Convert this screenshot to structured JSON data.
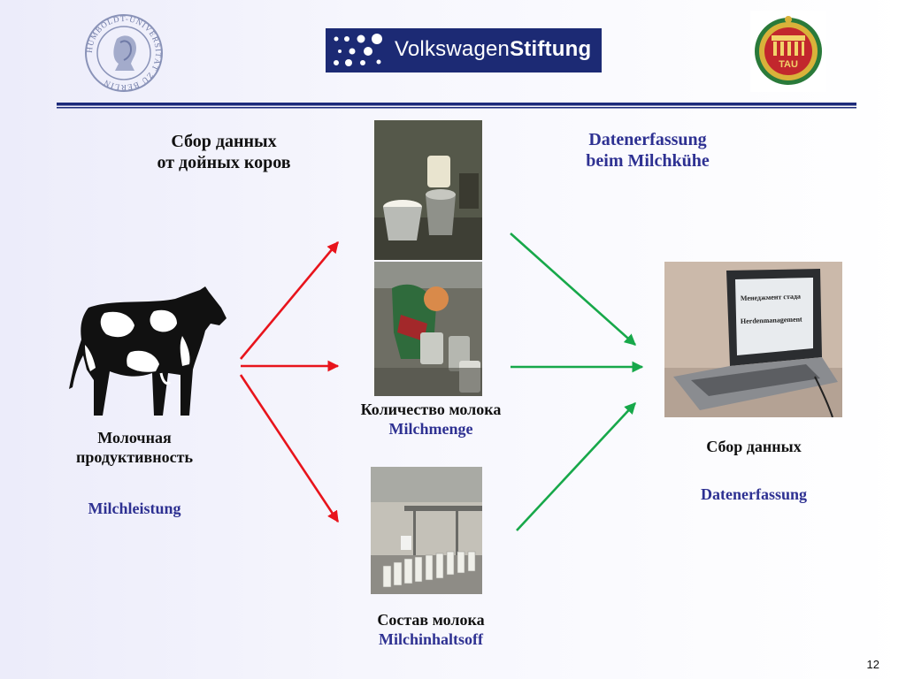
{
  "header": {
    "vw_logo_light": "Volkswagen",
    "vw_logo_bold": "Stiftung",
    "hu_logo_text": "HUMBOLDT-UNIVERSITÄT ZU BERLIN",
    "tau_logo_text": "TAU"
  },
  "left_top": {
    "line1": "Сбор данных",
    "line2": "от дойных коров"
  },
  "right_top": {
    "line1": "Datenerfassung",
    "line2": "beim Milchkühe"
  },
  "cow_block": {
    "ru_line1": "Молочная",
    "ru_line2": "продуктивность",
    "de": "Milchleistung"
  },
  "milk_amount": {
    "ru": "Количество молока",
    "de": "Milchmenge"
  },
  "milk_composition": {
    "ru": "Состав молока",
    "de": "Milchinhaltsoff"
  },
  "data_collection": {
    "ru": "Сбор данных",
    "de": "Datenerfassung"
  },
  "laptop_screen": {
    "line1": "Менеджмент стада",
    "line2": "Herdenmanagement"
  },
  "page_number": "12",
  "colors": {
    "red_arrow": "#e8141c",
    "green_arrow": "#17a84a",
    "german_text": "#2e3192",
    "rule": "#1c2a7a"
  }
}
